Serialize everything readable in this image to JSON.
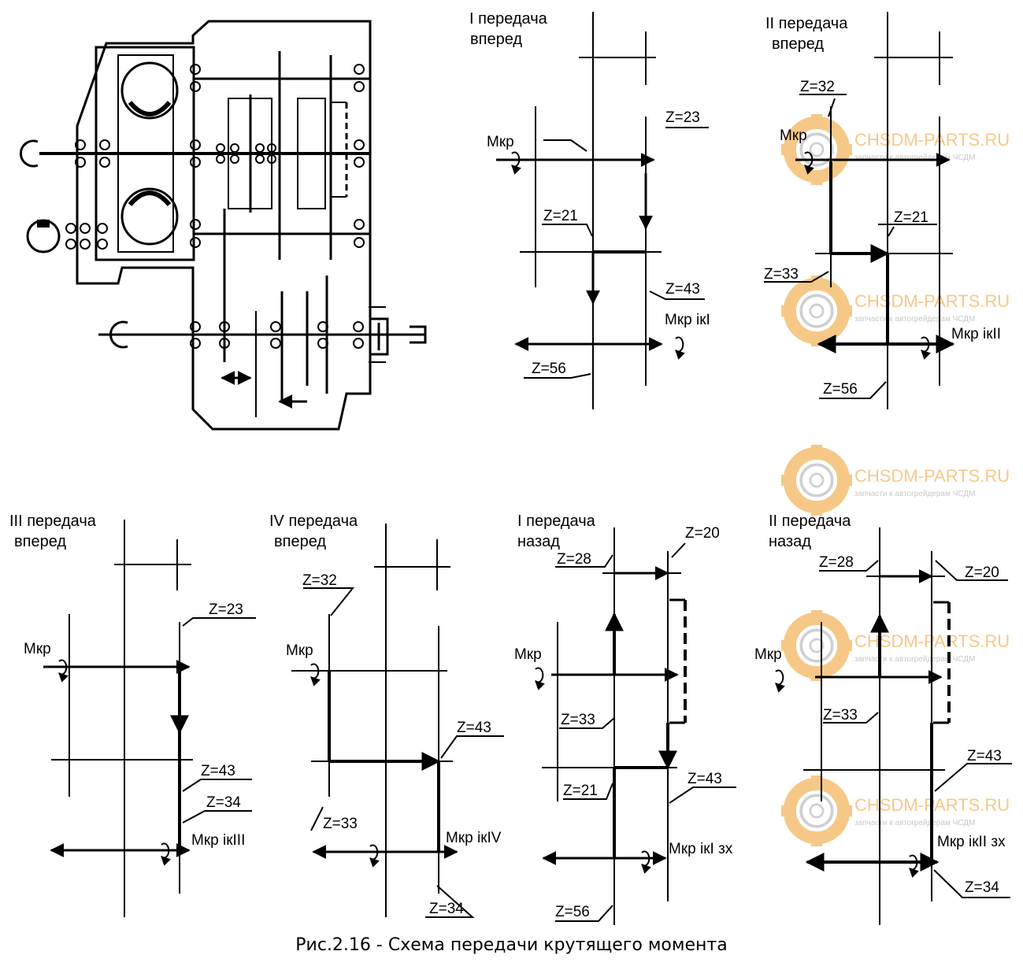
{
  "caption": "Рис.2.16 - Схема передачи крутящего момента",
  "watermark": {
    "brand": "CHSDM-PARTS.RU",
    "tagline": "запчасти к автогрейдерам ЧСДМ",
    "color": "#f6c887"
  },
  "panels": [
    {
      "title": [
        "I передача",
        "вперед"
      ],
      "torque_in": "Мкр",
      "torque_out": "Мкр iкI",
      "gears": [
        "Z=23",
        "Z=21",
        "Z=43",
        "Z=56"
      ]
    },
    {
      "title": [
        "II передача",
        "вперед"
      ],
      "torque_in": "Мкр",
      "torque_out": "Мкр iкII",
      "gears": [
        "Z=32",
        "Z=21",
        "Z=33",
        "Z=56"
      ]
    },
    {
      "title": [
        "III передача",
        "вперед"
      ],
      "torque_in": "Мкр",
      "torque_out": "Мкр iкIII",
      "gears": [
        "Z=23",
        "Z=43",
        "Z=34"
      ]
    },
    {
      "title": [
        "IV передача",
        "вперед"
      ],
      "torque_in": "Мкр",
      "torque_out": "Мкр iкIV",
      "gears": [
        "Z=32",
        "Z=43",
        "Z=33",
        "Z=34"
      ]
    },
    {
      "title": [
        "I передача",
        "назад"
      ],
      "torque_in": "Мкр",
      "torque_out": "Мкр iкI зх",
      "gears": [
        "Z=28",
        "Z=20",
        "Z=33",
        "Z=21",
        "Z=43",
        "Z=56"
      ]
    },
    {
      "title": [
        "II передача",
        "назад"
      ],
      "torque_in": "Мкр",
      "torque_out": "Мкр iкII зх",
      "gears": [
        "Z=28",
        "Z=20",
        "Z=33",
        "Z=43",
        "Z=34"
      ]
    }
  ]
}
